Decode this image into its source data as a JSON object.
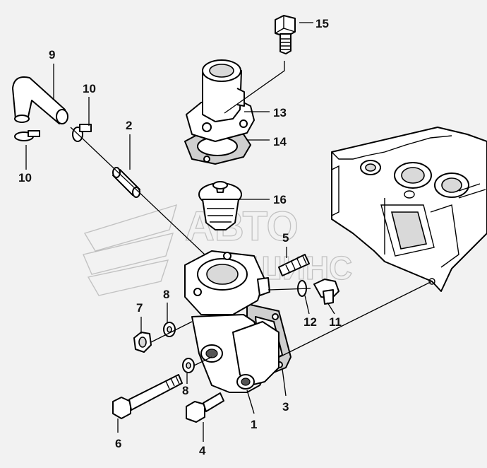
{
  "diagram": {
    "watermark": {
      "line1": "АВТО",
      "line2": "МАШИНС"
    },
    "callouts": [
      {
        "id": "c1",
        "text": "1"
      },
      {
        "id": "c2",
        "text": "2"
      },
      {
        "id": "c3",
        "text": "3"
      },
      {
        "id": "c4",
        "text": "4"
      },
      {
        "id": "c5",
        "text": "5"
      },
      {
        "id": "c6",
        "text": "6"
      },
      {
        "id": "c7",
        "text": "7"
      },
      {
        "id": "c8a",
        "text": "8"
      },
      {
        "id": "c8b",
        "text": "8"
      },
      {
        "id": "c9",
        "text": "9"
      },
      {
        "id": "c10a",
        "text": "10"
      },
      {
        "id": "c10b",
        "text": "10"
      },
      {
        "id": "c11",
        "text": "11"
      },
      {
        "id": "c12",
        "text": "12"
      },
      {
        "id": "c13",
        "text": "13"
      },
      {
        "id": "c14",
        "text": "14"
      },
      {
        "id": "c15",
        "text": "15"
      },
      {
        "id": "c16",
        "text": "16"
      }
    ]
  }
}
